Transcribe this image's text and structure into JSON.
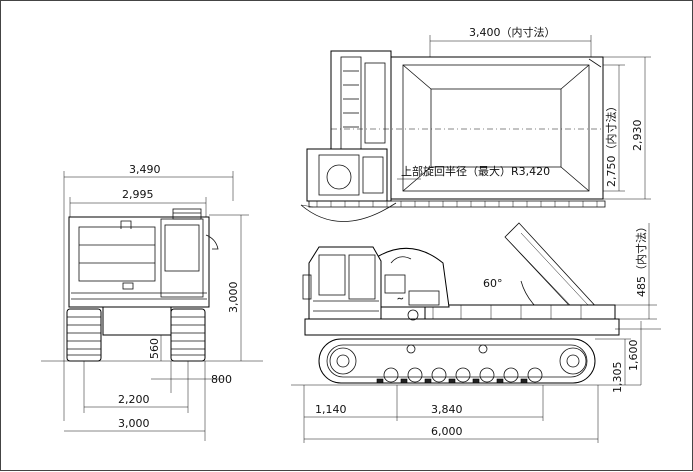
{
  "front_view": {
    "overall_width": "3,490",
    "body_width": "2,995",
    "height": "3,000",
    "ground_clearance": "560",
    "track_shoe_width": "800",
    "track_gauge": "2,200",
    "track_overall_width": "3,000"
  },
  "top_view": {
    "bed_inner_length": "3,400（内寸法）",
    "bed_inner_width": "2,750（内寸法）",
    "bed_outer_width": "2,930",
    "swing_radius": "上部旋回半径（最大）R3,420"
  },
  "side_view": {
    "dump_angle": "60°",
    "bed_inner_depth": "485（内寸法）",
    "bed_floor_height": "1,600",
    "track_height": "1,305",
    "front_overhang": "1,140",
    "tumbler_distance": "3,840",
    "overall_length": "6,000"
  }
}
